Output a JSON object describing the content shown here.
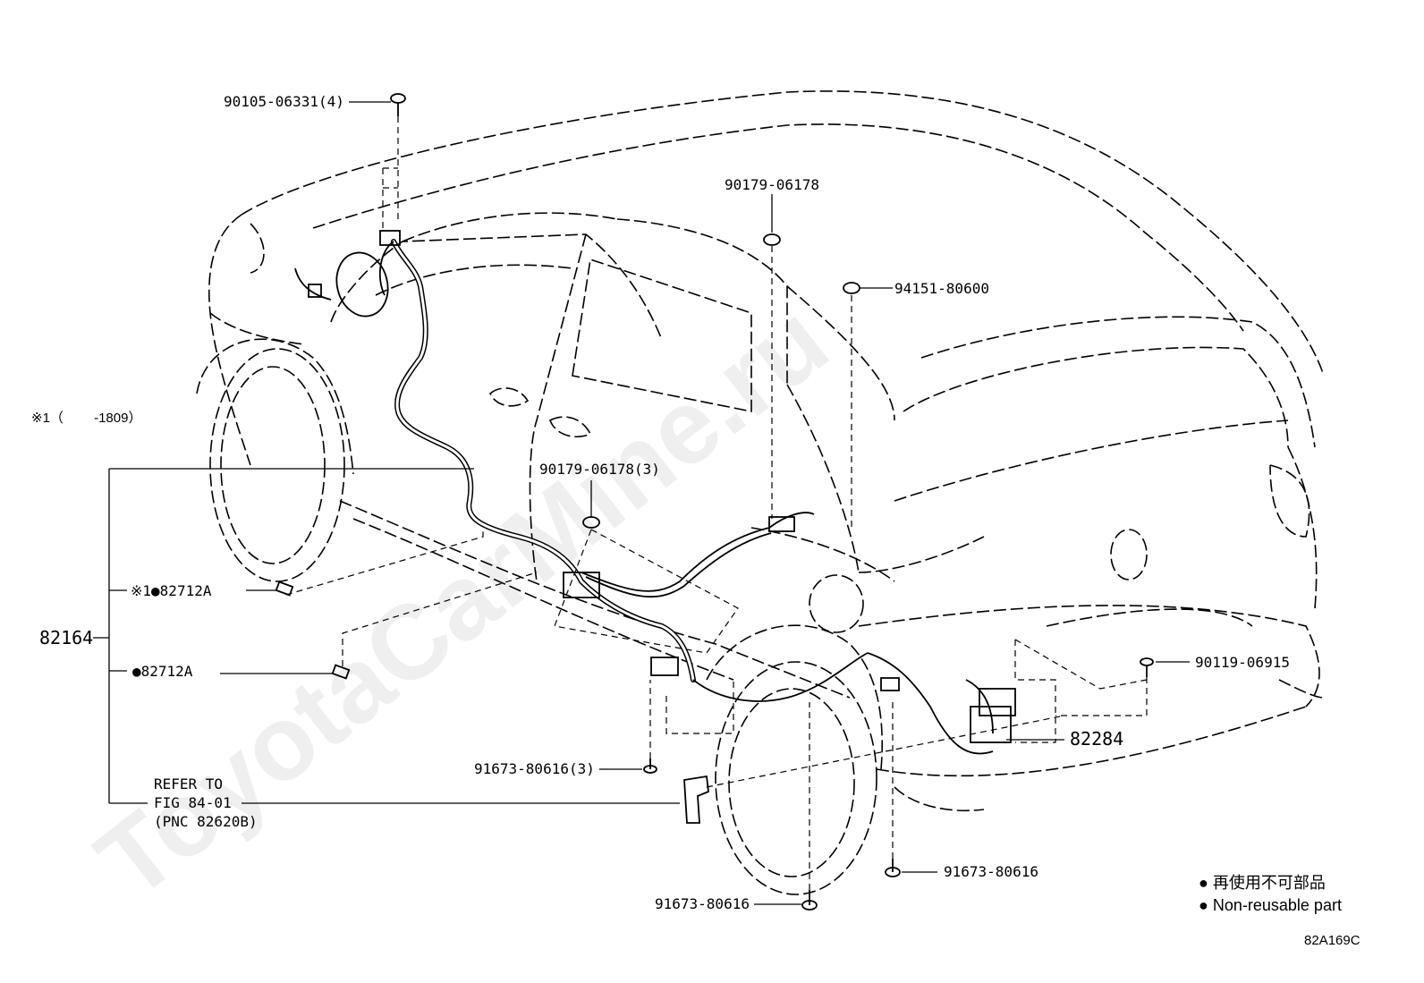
{
  "watermark": "ToyotaCarMine.ru",
  "note_period": "※1（　　 -1809）",
  "parts": {
    "p90105": "90105-06331(4)",
    "p90179_top": "90179-06178",
    "p94151": "94151-80600",
    "p90179_mid": "90179-06178(3)",
    "p82164": "82164",
    "p82712a_1": "※1●82712A",
    "p82712a_2": "●82712A",
    "refer_line1": "REFER TO",
    "refer_line2": "FIG 84-01",
    "refer_line3": "(PNC 82620B)",
    "p91673_3": "91673-80616(3)",
    "p91673_bottom": "91673-80616",
    "p91673_right": "91673-80616",
    "p90119": "90119-06915",
    "p82284": "82284"
  },
  "legend": {
    "jp": "● 再使用不可部品",
    "en": "● Non-reusable part"
  },
  "figure_code": "82A169C"
}
